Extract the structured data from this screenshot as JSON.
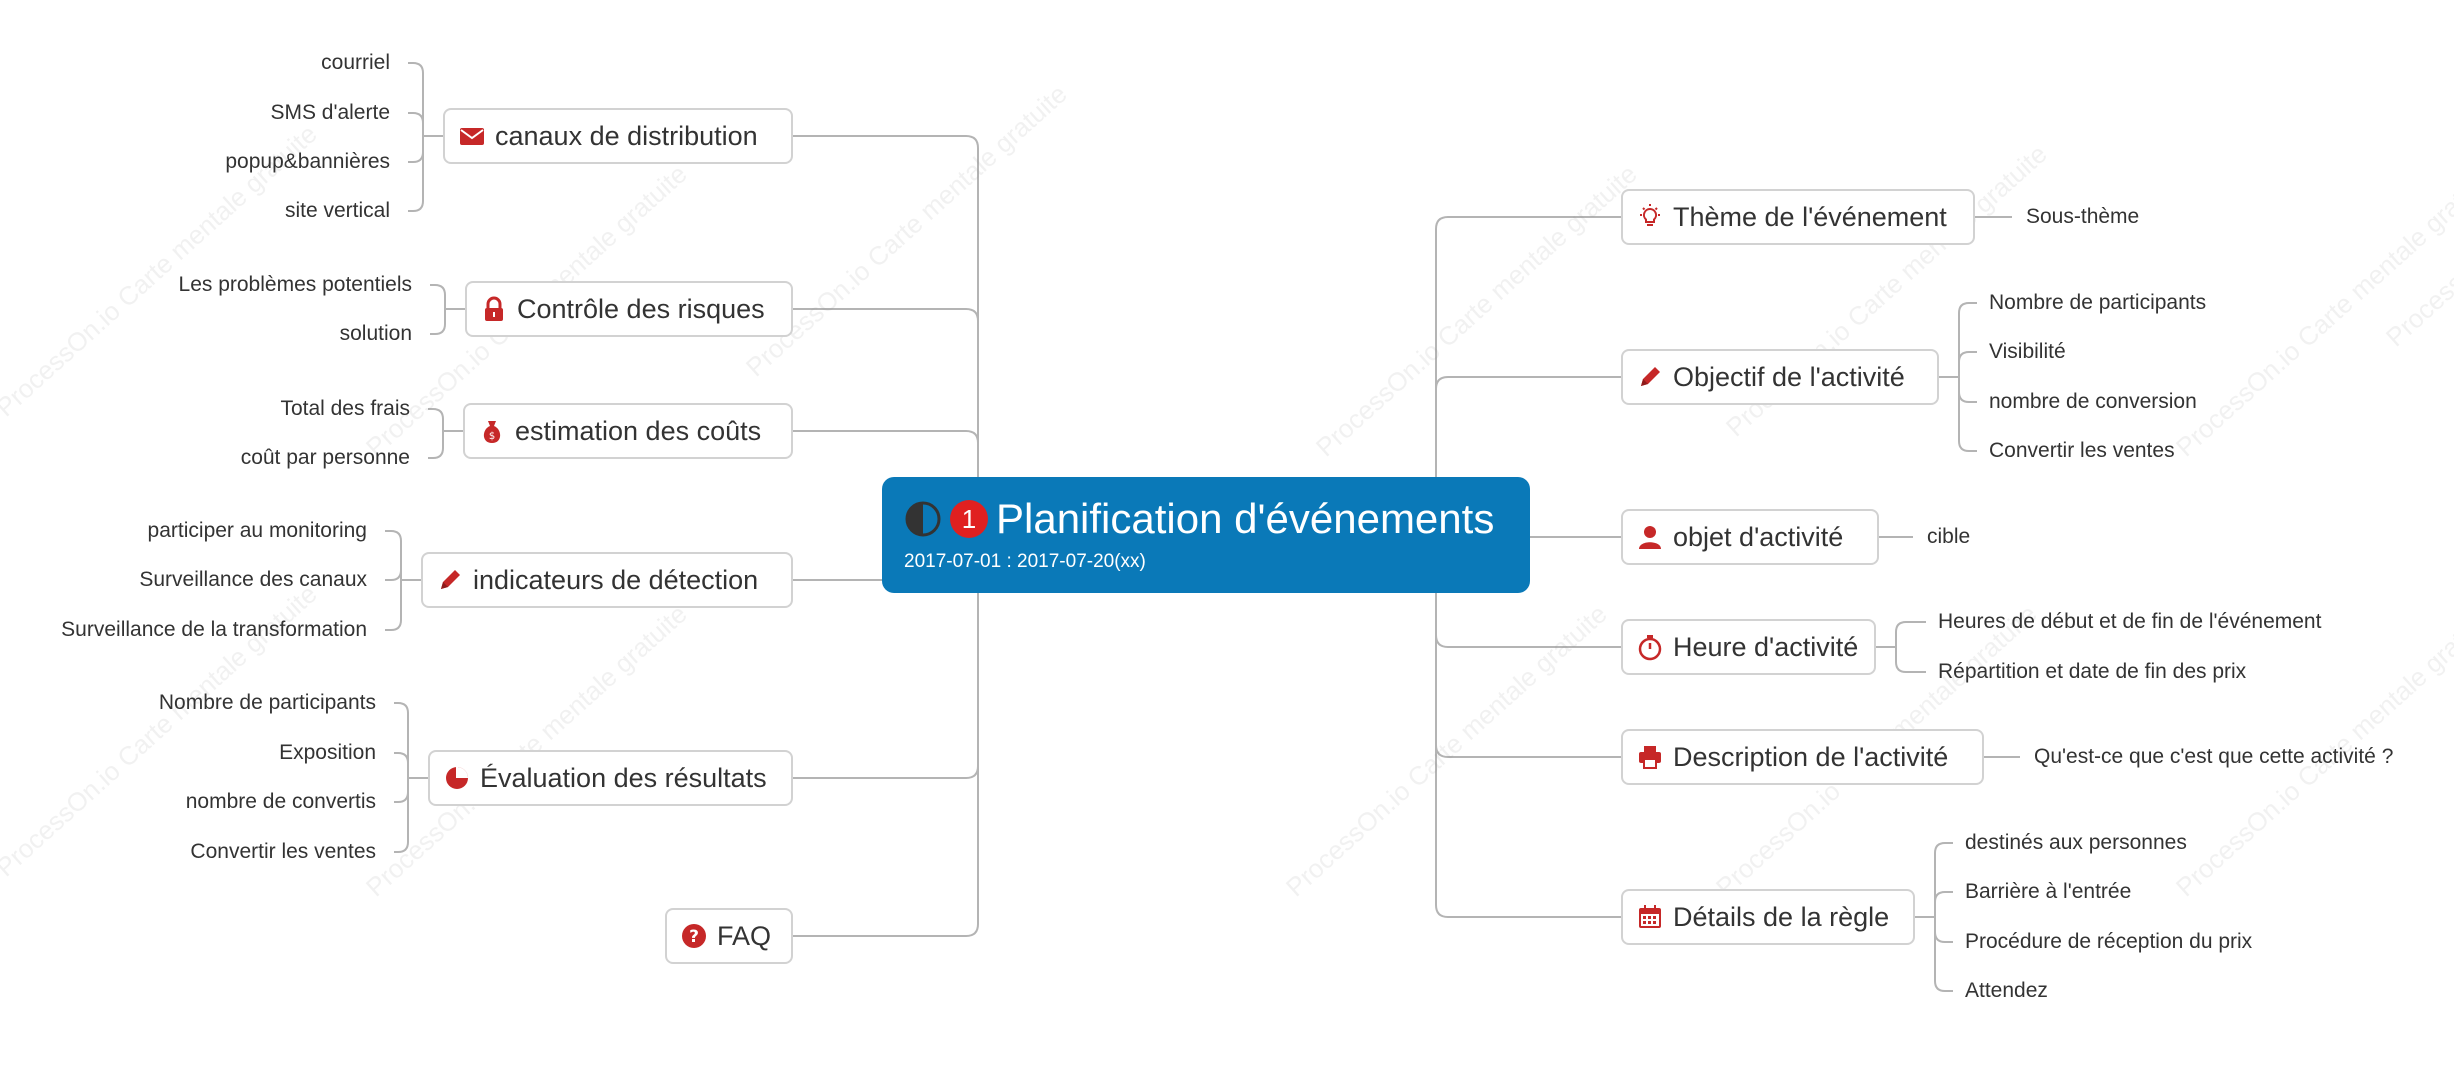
{
  "root": {
    "title": "Planification d'événements",
    "subtitle": "2017-07-01 : 2017-07-20(xx)",
    "badge_number": "1",
    "color": "#0a79b8"
  },
  "watermark": "ProcessOn.io Carte mentale gratuite",
  "icon_color": "#c62828",
  "left_branches": [
    {
      "label": "canaux de distribution",
      "icon": "envelope-icon",
      "children": [
        "courriel",
        "SMS d'alerte",
        "popup&bannières",
        "site vertical"
      ]
    },
    {
      "label": "Contrôle des risques",
      "icon": "lock-icon",
      "children": [
        "Les problèmes potentiels",
        "solution"
      ]
    },
    {
      "label": "estimation des coûts",
      "icon": "money-bag-icon",
      "children": [
        "Total des frais",
        "coût par personne"
      ]
    },
    {
      "label": "indicateurs de détection",
      "icon": "pencil-icon",
      "children": [
        "participer au monitoring",
        "Surveillance des canaux",
        "Surveillance de la transformation"
      ]
    },
    {
      "label": "Évaluation des résultats",
      "icon": "pie-chart-icon",
      "children": [
        "Nombre de participants",
        "Exposition",
        "nombre de convertis",
        "Convertir les ventes"
      ]
    },
    {
      "label": "FAQ",
      "icon": "question-icon",
      "children": []
    }
  ],
  "right_branches": [
    {
      "label": "Thème de l'événement",
      "icon": "lightbulb-icon",
      "children": [
        "Sous-thème"
      ]
    },
    {
      "label": "Objectif de l'activité",
      "icon": "pencil-icon",
      "children": [
        "Nombre de participants",
        "Visibilité",
        "nombre de conversion",
        "Convertir les ventes"
      ]
    },
    {
      "label": "objet d'activité",
      "icon": "user-icon",
      "children": [
        "cible"
      ]
    },
    {
      "label": "Heure d'activité",
      "icon": "stopwatch-icon",
      "children": [
        "Heures de début et de fin de l'événement",
        "Répartition et date de fin des prix"
      ]
    },
    {
      "label": "Description de l'activité",
      "icon": "printer-icon",
      "children": [
        "Qu'est-ce que c'est que cette activité ?"
      ]
    },
    {
      "label": "Détails de la règle",
      "icon": "calendar-icon",
      "children": [
        "destinés aux personnes",
        "Barrière à l'entrée",
        "Procédure de réception du prix",
        "Attendez"
      ]
    }
  ]
}
